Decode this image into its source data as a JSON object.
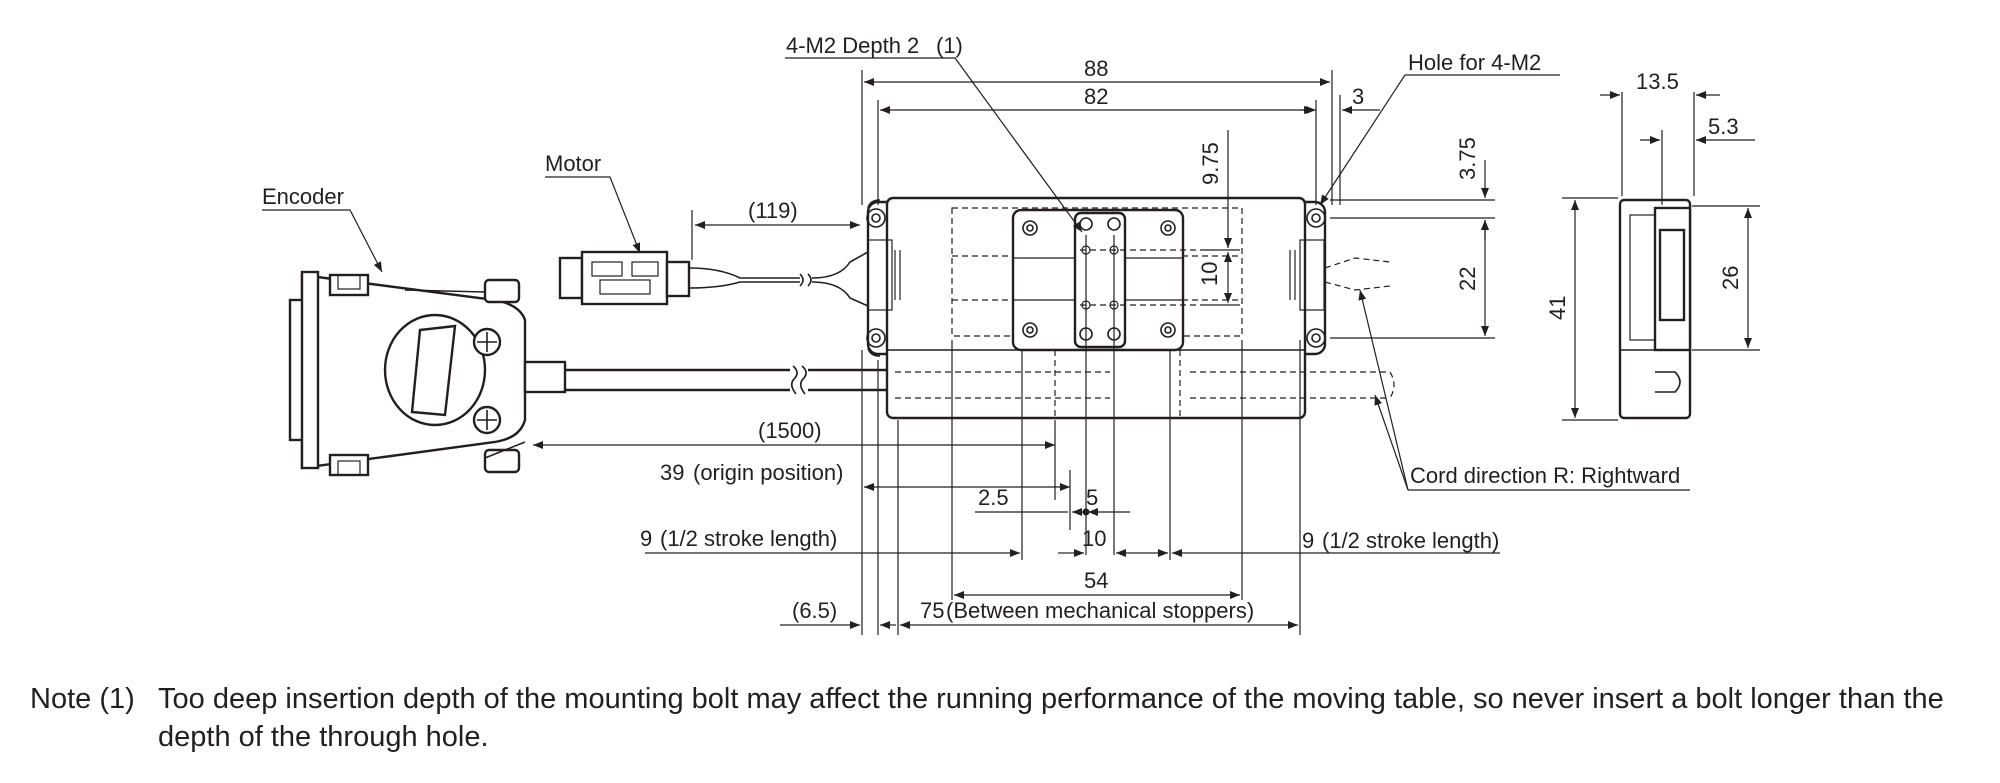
{
  "labels": {
    "encoder": "Encoder",
    "motor": "Motor",
    "m2_depth_prefix": "4-M2 Depth 2",
    "m2_depth_ref": "(1)",
    "hole_for_m2": "Hole for 4-M2",
    "cord_direction": "Cord direction R: Rightward"
  },
  "dims": {
    "d88": "88",
    "d82": "82",
    "d3": "3",
    "d13_5": "13.5",
    "d5_3": "5.3",
    "d9_75": "9.75",
    "d3_75": "3.75",
    "d10v": "10",
    "d22": "22",
    "d41": "41",
    "d26": "26",
    "d119": "(119)",
    "d1500": "(1500)",
    "d39": "39",
    "d39_text": "(origin position)",
    "d2_5": "2.5",
    "d5": "5",
    "d10h": "10",
    "d9_left": "9",
    "d9_left_text": "(1/2 stroke length)",
    "d9_right": "9",
    "d9_right_text": "(1/2 stroke length)",
    "d54": "54",
    "d6_5": "(6.5)",
    "d75": "75",
    "d75_text": "(Between mechanical stoppers)"
  },
  "note": {
    "prefix": "Note (1)",
    "text": "Too deep insertion depth of the mounting bolt may affect the running performance of the moving table, so never insert a bolt longer than the depth of the through hole."
  }
}
